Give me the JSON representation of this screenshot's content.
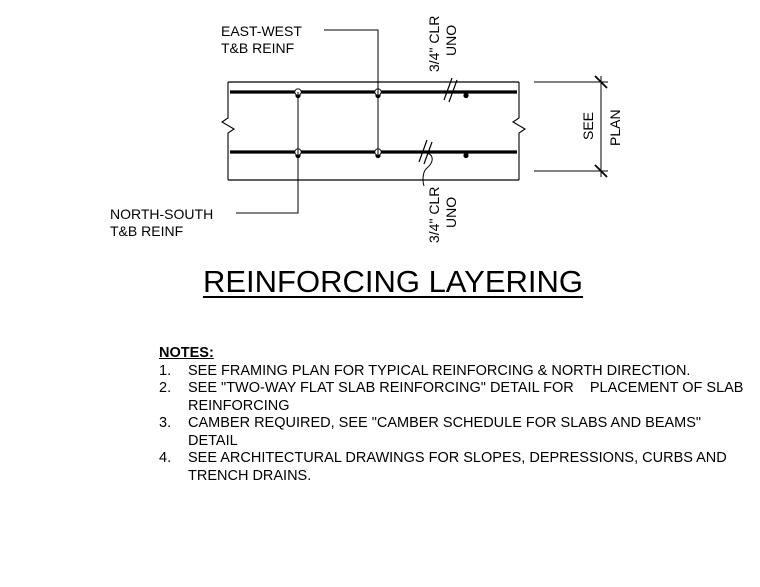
{
  "labels": {
    "east_west": [
      "EAST-WEST",
      "T&B REINF"
    ],
    "north_south": [
      "NORTH-SOUTH",
      "T&B REINF"
    ],
    "clear_top": [
      "3/4\" CLR",
      "UNO"
    ],
    "clear_bottom": [
      "3/4\" CLR",
      "UNO"
    ],
    "dimension": [
      "SEE",
      "PLAN"
    ]
  },
  "title": "REINFORCING LAYERING",
  "notes": {
    "heading": "NOTES:",
    "items": [
      {
        "num": "1.",
        "text": "SEE FRAMING PLAN FOR TYPICAL REINFORCING & NORTH DIRECTION."
      },
      {
        "num": "2.",
        "text": "SEE \"TWO-WAY FLAT SLAB REINFORCING\" DETAIL FOR    PLACEMENT OF SLAB REINFORCING"
      },
      {
        "num": "3.",
        "text": "CAMBER REQUIRED, SEE \"CAMBER SCHEDULE FOR SLABS AND BEAMS\" DETAIL"
      },
      {
        "num": "4.",
        "text": "SEE ARCHITECTURAL DRAWINGS FOR SLOPES, DEPRESSIONS, CURBS AND TRENCH DRAINS."
      }
    ]
  }
}
